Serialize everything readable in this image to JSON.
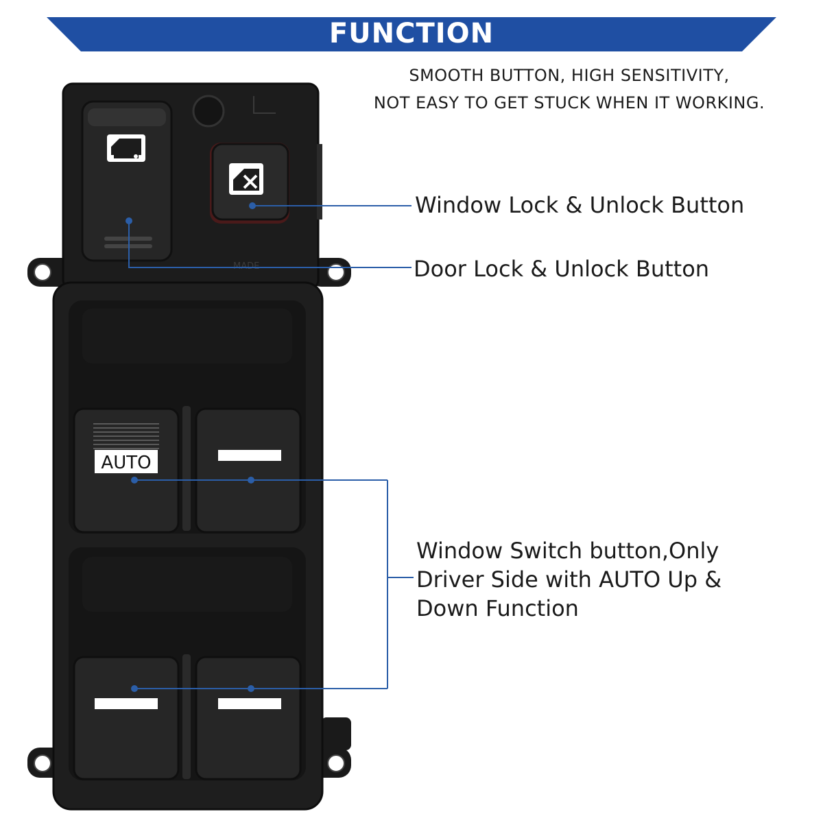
{
  "header": {
    "title": "FUNCTION",
    "subtitle_line1": "SMOOTH BUTTON, HIGH SENSITIVITY,",
    "subtitle_line2": "NOT EASY TO GET STUCK WHEN IT WORKING."
  },
  "callouts": {
    "window_lock": "Window Lock & Unlock Button",
    "door_lock": "Door Lock & Unlock Button",
    "window_switch_line1": "Window Switch button,Only",
    "window_switch_line2": "Driver Side with AUTO Up &",
    "window_switch_line3": "Down Function"
  },
  "switch": {
    "auto_label": "AUTO"
  },
  "colors": {
    "banner": "#1f4fa3",
    "leader": "#2b5ea8",
    "panel": "#1e1e1e"
  }
}
